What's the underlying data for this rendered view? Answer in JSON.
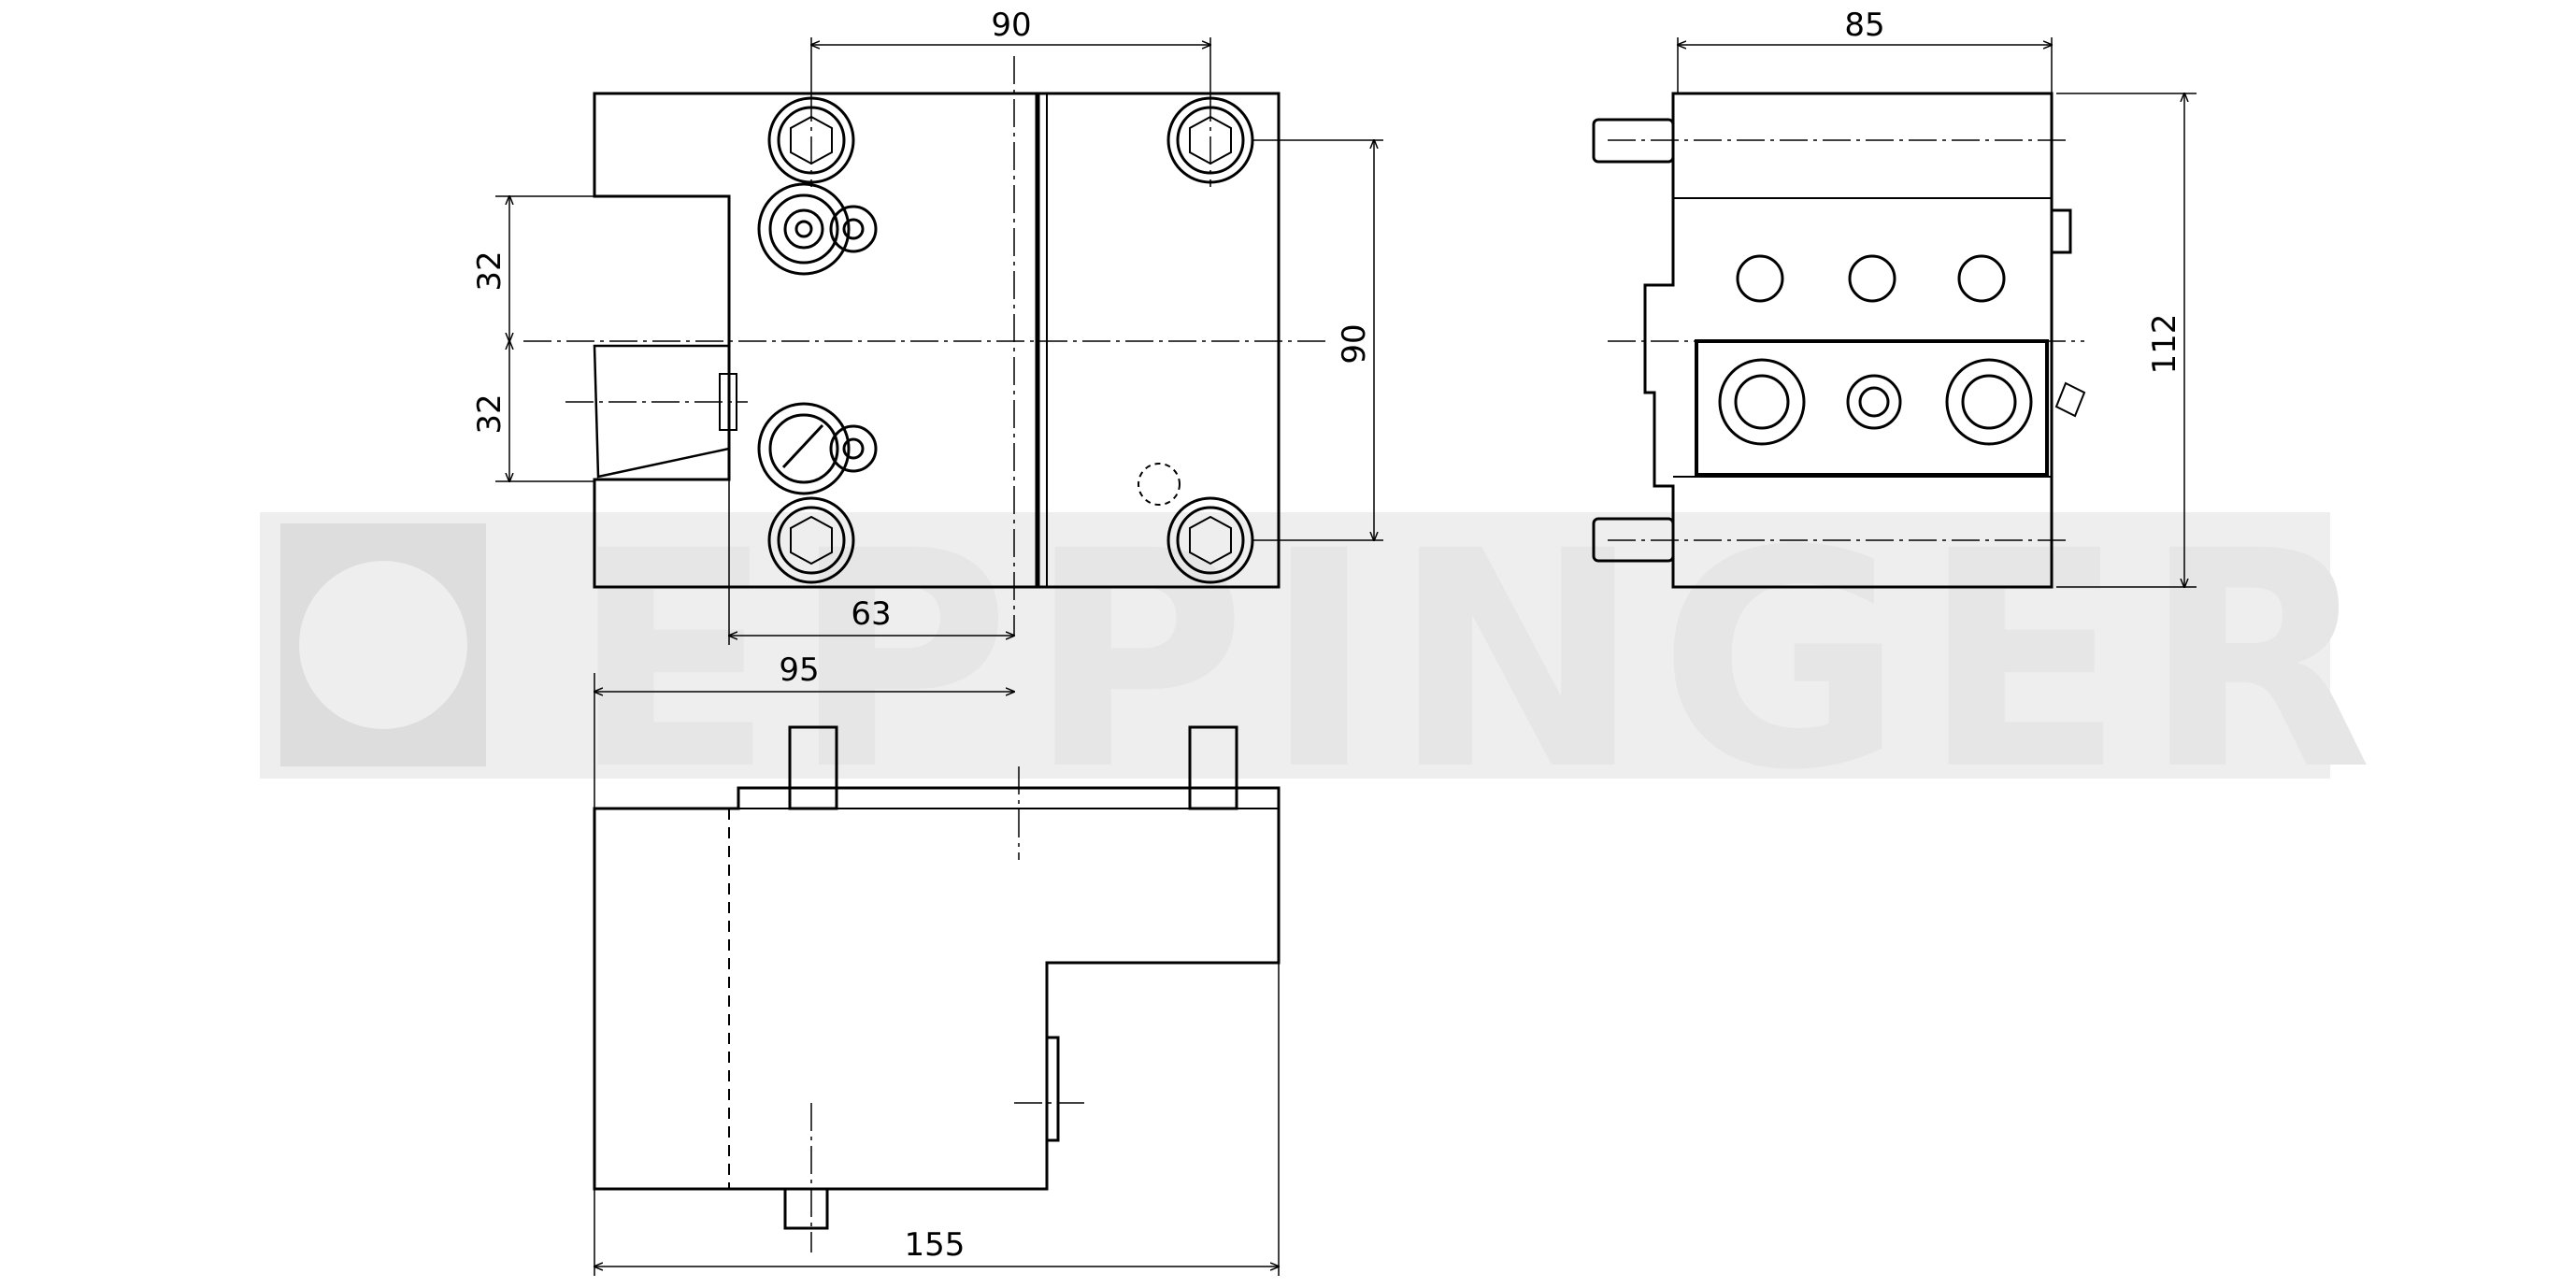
{
  "watermark": {
    "text": "EPPINGER"
  },
  "dimensions": {
    "top_width": "90",
    "side_width": "85",
    "height_90": "90",
    "height_112": "112",
    "offset_32_upper": "32",
    "offset_32_lower": "32",
    "offset_63": "63",
    "bottom_95": "95",
    "overall_155": "155"
  },
  "colors": {
    "line": "#000000",
    "watermark": "#e6e6e6",
    "background": "#ffffff"
  }
}
